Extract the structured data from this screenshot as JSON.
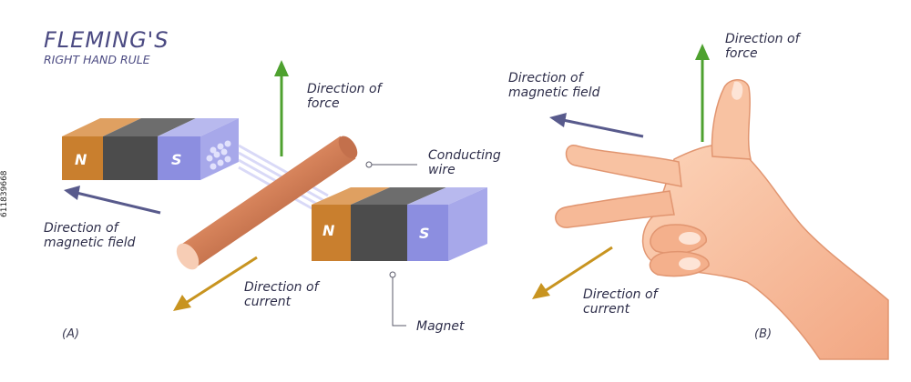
{
  "title": "FLEMING'S",
  "subtitle": "RIGHT HAND RULE",
  "watermark": "611839668",
  "left_diagram": {
    "figure_label": "(A)",
    "force_label": "Direction of force",
    "conducting_wire_label": "Conducting wire",
    "magnetic_field_label": "Direction of magnetic field",
    "current_label": "Direction of current",
    "magnet_label": "Magnet",
    "magnet_left": {
      "pole_n": "N",
      "pole_s": "S"
    },
    "magnet_right": {
      "pole_n": "N",
      "pole_s": "S"
    }
  },
  "right_diagram": {
    "figure_label": "(B)",
    "force_label": "Direction of force",
    "magnetic_field_label": "Direction of magnetic field",
    "current_label": "Direction of current"
  },
  "colors": {
    "force_arrow": "#4ea12f",
    "field_arrow": "#585a8c",
    "current_arrow": "#c89420",
    "north_pole": "#c97f2e",
    "south_pole": "#8c8ee0",
    "magnet_body": "#4c4c4c",
    "wire": "#d98a60",
    "skin": "#f5b592"
  }
}
